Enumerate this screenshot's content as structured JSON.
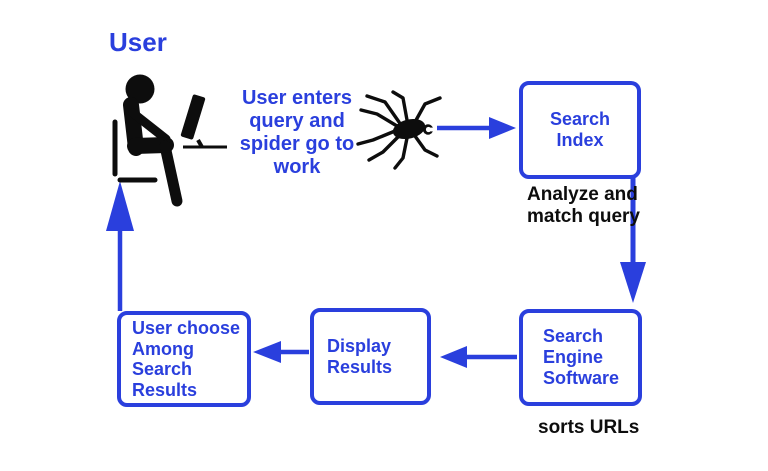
{
  "colors": {
    "accent": "#2A3FDD",
    "ink": "#0D0D0D",
    "background": "#FFFFFF"
  },
  "diagram": {
    "title": "User",
    "annotations": {
      "query_note": "User enters\nquery and\nspider go to\nwork",
      "analyze_note": "Analyze and\nmatch query",
      "sorts_note": "sorts URLs"
    },
    "nodes": {
      "search_index": {
        "label": "Search\nIndex"
      },
      "search_engine_software": {
        "label": "Search\nEngine\nSoftware"
      },
      "display_results": {
        "label": "Display\nResults"
      },
      "user_choose": {
        "label": "User choose\nAmong\nSearch\nResults"
      }
    },
    "icons": [
      {
        "name": "user-at-computer-icon"
      },
      {
        "name": "spider-icon"
      }
    ],
    "edges": [
      {
        "from": "spider",
        "to": "search_index"
      },
      {
        "from": "search_index",
        "to": "search_engine_software"
      },
      {
        "from": "search_engine_software",
        "to": "display_results"
      },
      {
        "from": "display_results",
        "to": "user_choose"
      },
      {
        "from": "user_choose",
        "to": "user"
      }
    ]
  }
}
